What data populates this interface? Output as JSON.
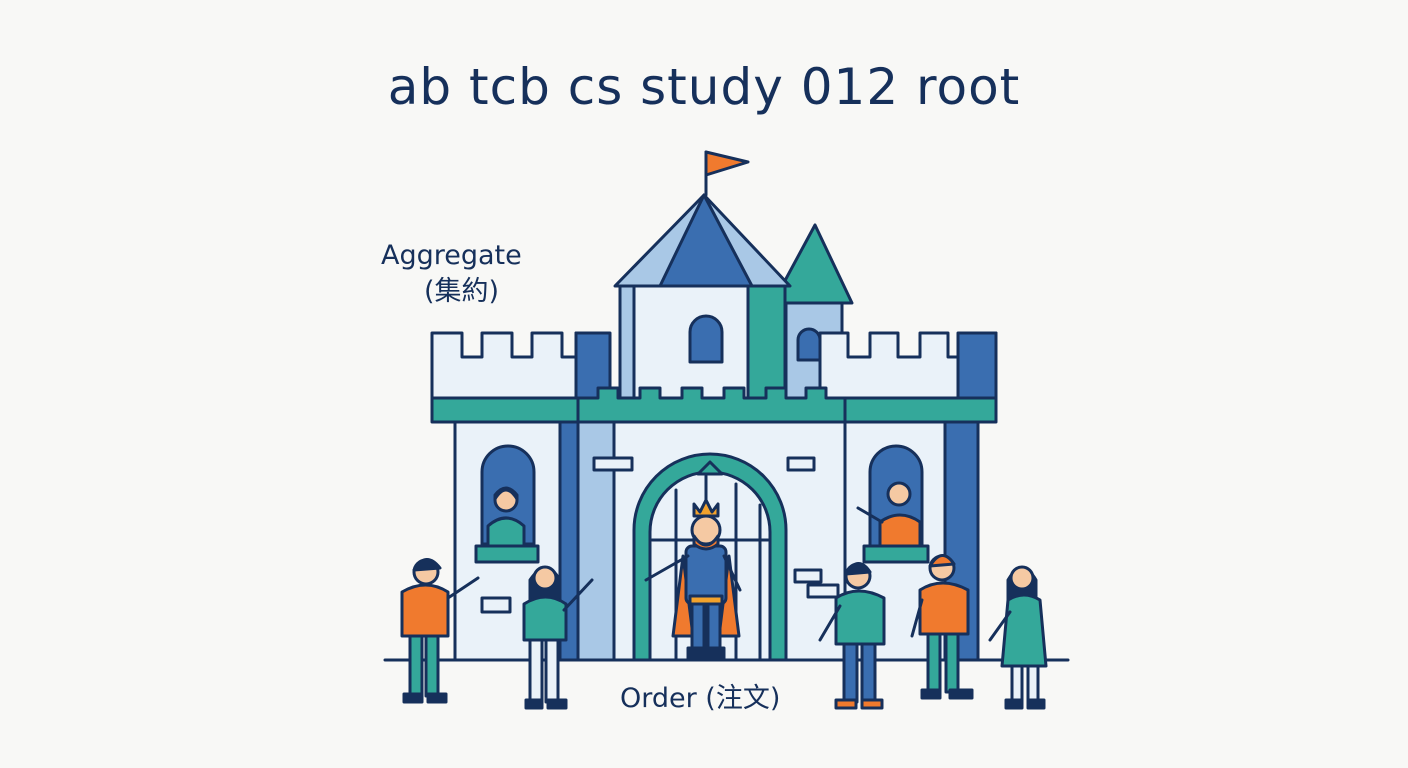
{
  "title": "ab tcb cs study 012 root",
  "labels": {
    "aggregate": "Aggregate",
    "aggregate_ja": "(集約)",
    "order": "Order (注文)"
  },
  "colors": {
    "navy": "#16305b",
    "blue": "#3a6eb0",
    "light_blue": "#a9c8e6",
    "pale": "#e8f1f8",
    "teal": "#34a89a",
    "orange": "#f07a2e",
    "gold": "#f2a22c",
    "background": "#f8f8f6"
  }
}
